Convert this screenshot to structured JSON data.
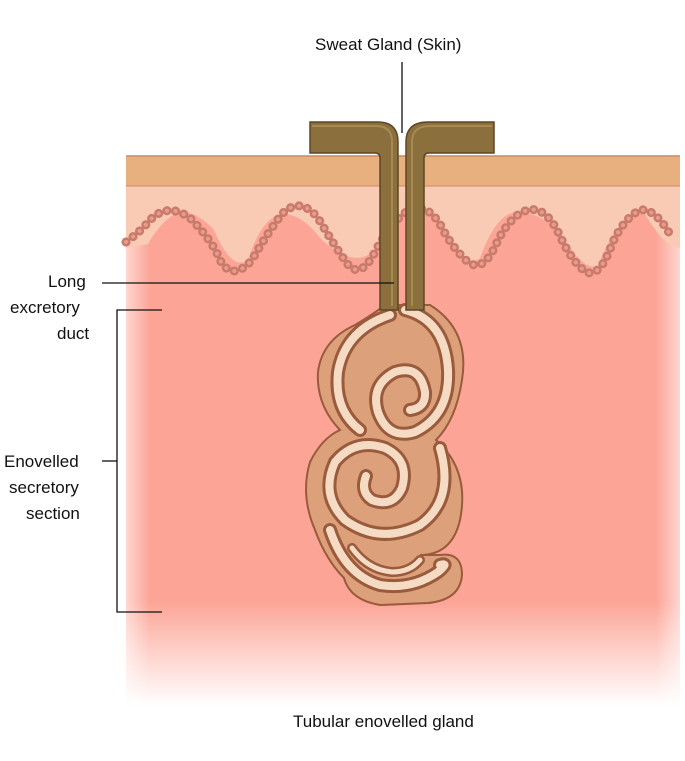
{
  "diagram": {
    "title": "Sweat Gland (Skin)",
    "labels": {
      "duct_line1": "Long",
      "duct_line2": "excretory",
      "duct_line3": "duct",
      "secretory_line1": "Enovelled",
      "secretory_line2": "secretory",
      "secretory_line3": "section"
    },
    "caption": "Tubular enovelled gland",
    "colors": {
      "epidermis": "#e9b07f",
      "papillary_layer": "#f9cbb5",
      "dermis": "#fca597",
      "basal_cells": "#c97a6b",
      "duct": "#8b6f3d",
      "gland_tube": "#dca07a",
      "gland_lumen": "#f6dbc4",
      "outline": "#9a5a3c"
    }
  }
}
